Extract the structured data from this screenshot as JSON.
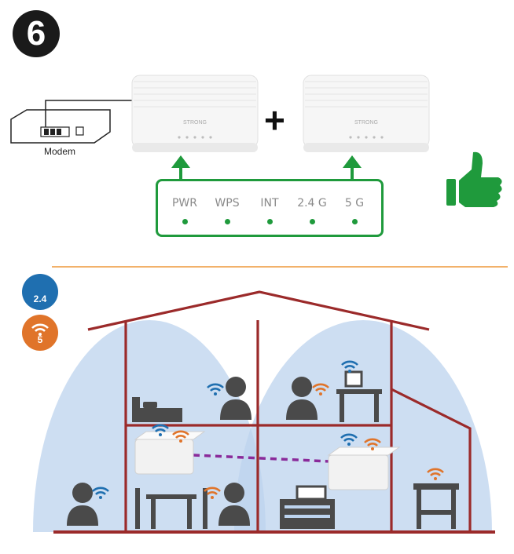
{
  "step": {
    "number": "6"
  },
  "top": {
    "modem_label": "Modem",
    "plus": "+",
    "router_brand": "STRONG",
    "leds": [
      "PWR",
      "WPS",
      "INT",
      "2.4 G",
      "5 G"
    ],
    "led_color": "#1f9a3c",
    "thumbs_up_color": "#1f9a3c",
    "arrow_color": "#1f9a3c"
  },
  "bands": [
    {
      "label": "2.4",
      "color": "#1f6fb0"
    },
    {
      "label": "5",
      "color": "#e0742a"
    }
  ],
  "house": {
    "wall_color": "#9b2a2a",
    "coverage_color": "#bcd3ee",
    "link_color": "#8a2a9a",
    "divider_color": "#f2b16a"
  }
}
